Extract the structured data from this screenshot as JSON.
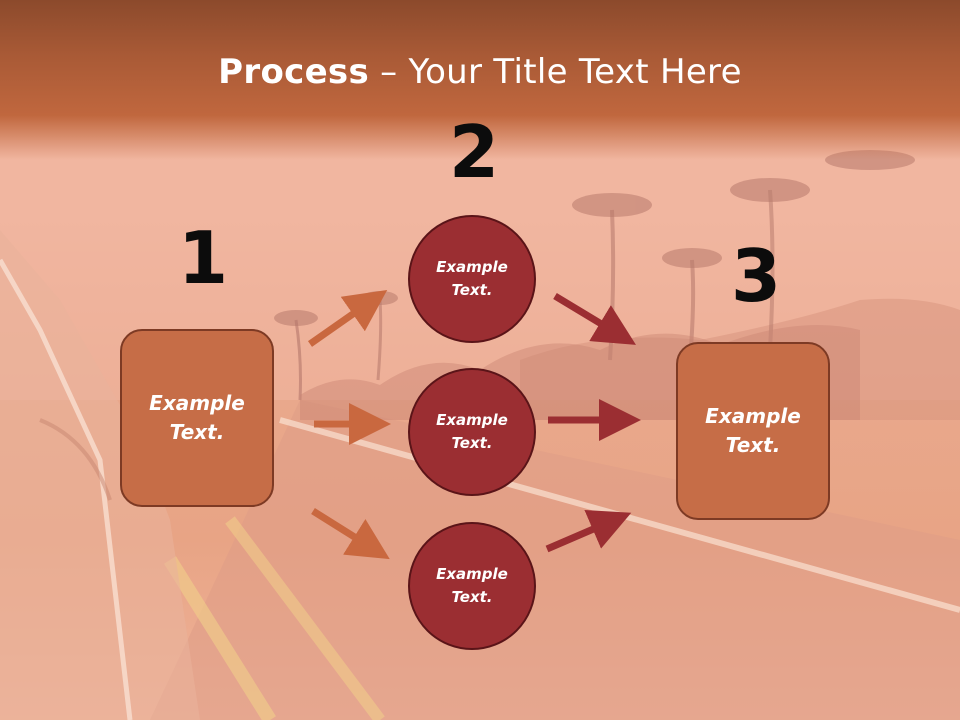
{
  "title": {
    "bold": "Process",
    "separator": " – ",
    "rest": "Your Title Text Here"
  },
  "steps": {
    "one": {
      "number": "1",
      "box_line1": "Example",
      "box_line2": "Text."
    },
    "two": {
      "number": "2",
      "circles": [
        {
          "line1": "Example",
          "line2": "Text."
        },
        {
          "line1": "Example",
          "line2": "Text."
        },
        {
          "line1": "Example",
          "line2": "Text."
        }
      ]
    },
    "three": {
      "number": "3",
      "box_line1": "Example",
      "box_line2": "Text."
    }
  },
  "colors": {
    "title_band": "#a95a36",
    "box_fill": "#c66d47",
    "circle_fill": "#9b2e32",
    "arrow_orange": "#c9683f",
    "arrow_red": "#9b2e32"
  },
  "background_image": "sunset-road-palm-trees"
}
